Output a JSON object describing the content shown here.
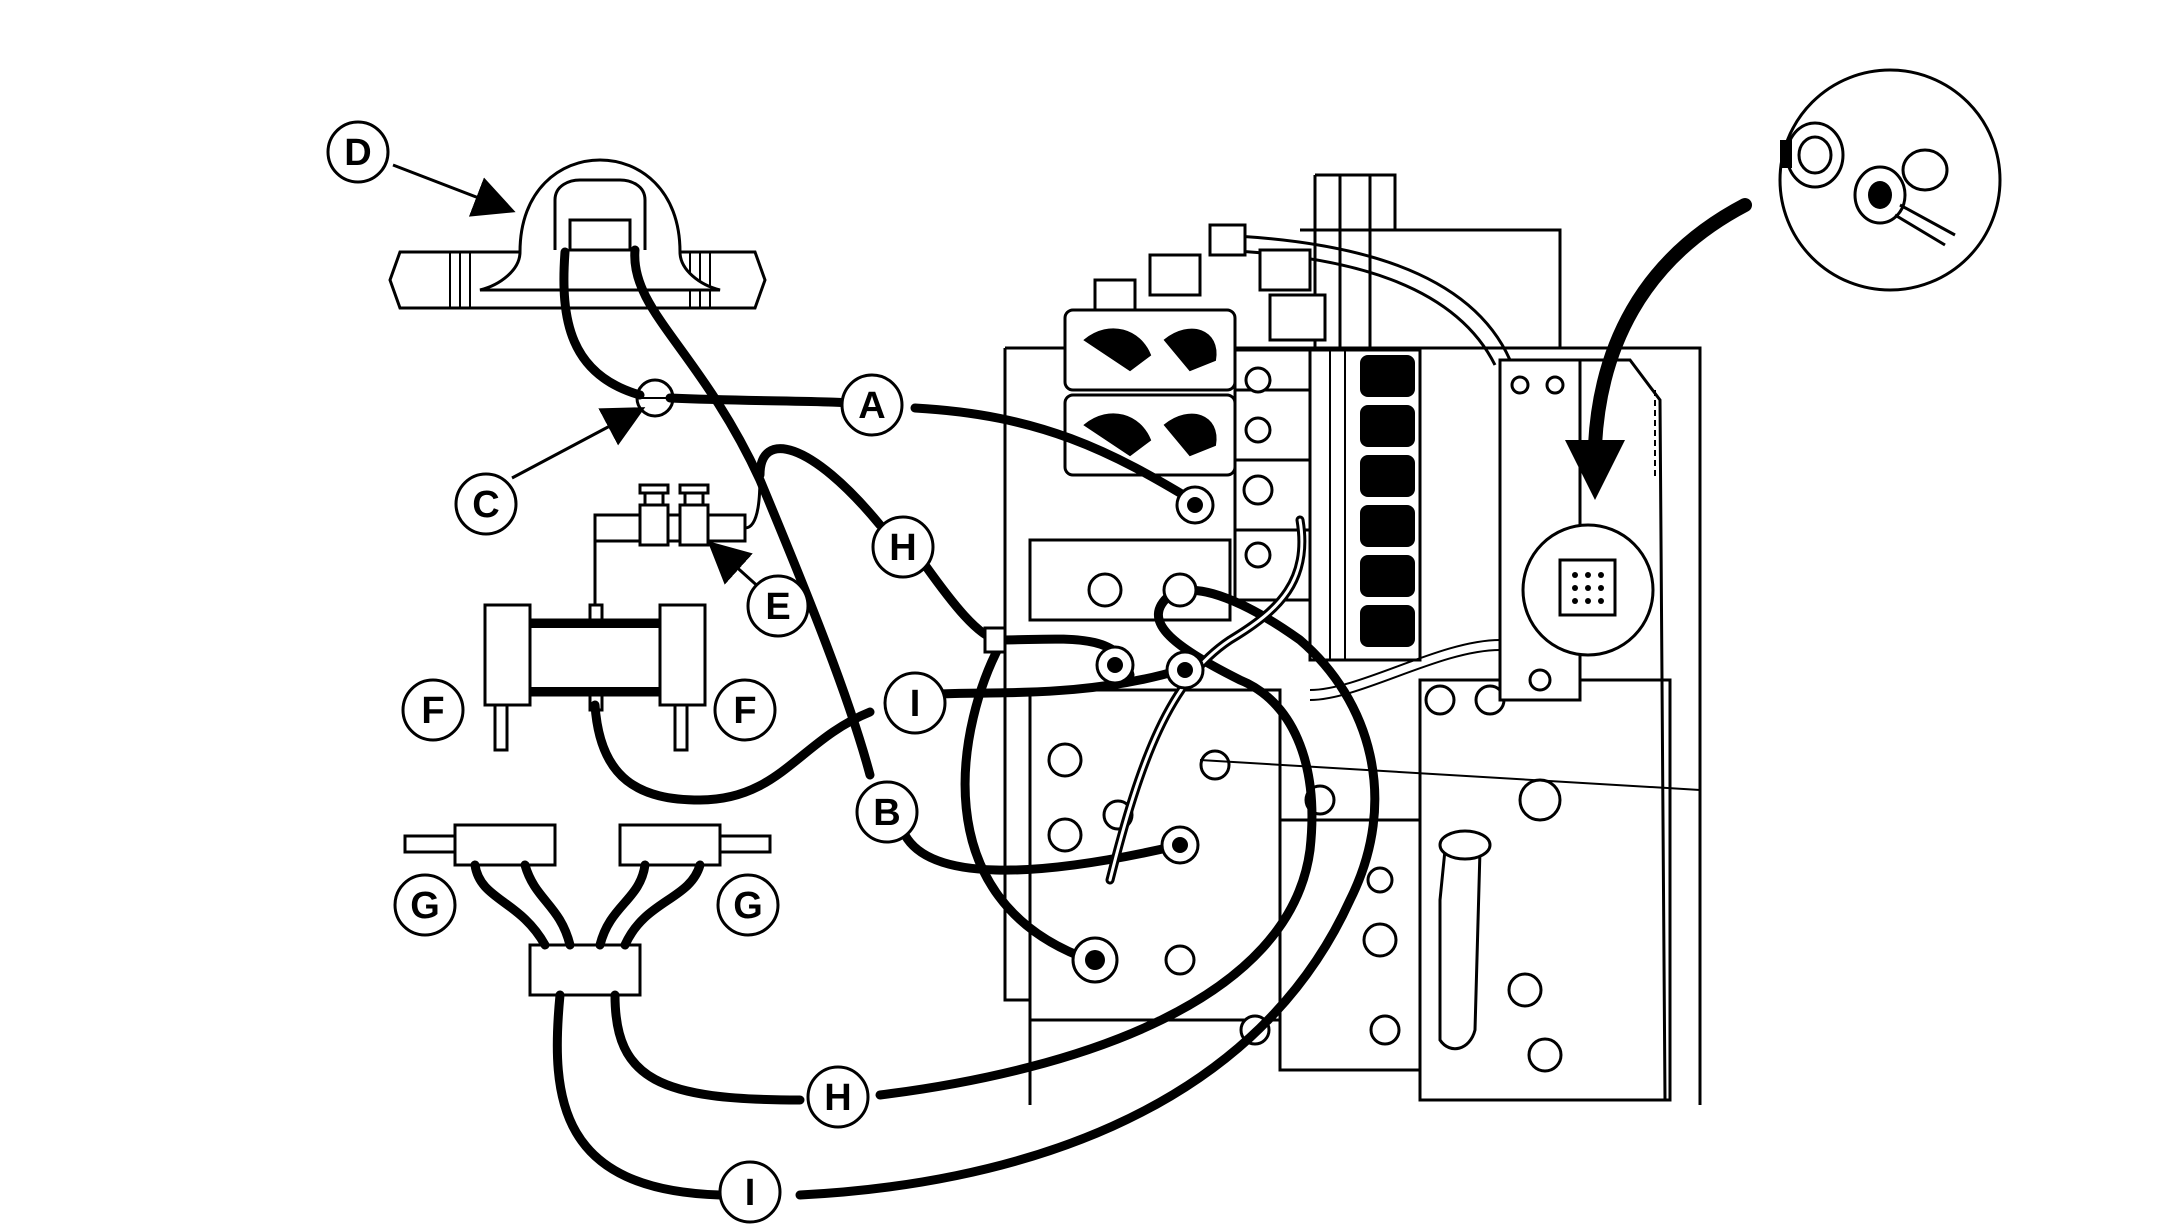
{
  "callouts": {
    "A": "A",
    "B": "B",
    "C": "C",
    "D": "D",
    "E": "E",
    "F": "F",
    "G": "G",
    "H": "H",
    "I": "I"
  },
  "colors": {
    "line": "#000000",
    "background": "#ffffff"
  }
}
